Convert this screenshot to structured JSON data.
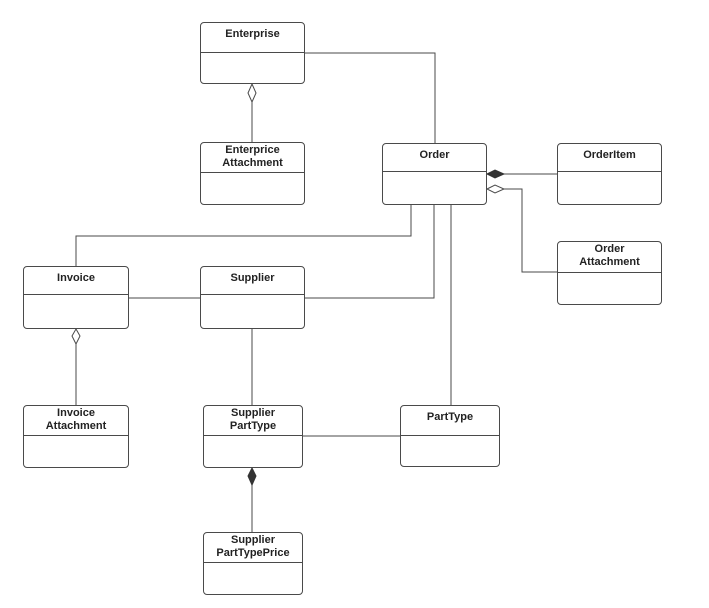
{
  "diagram": {
    "classes": {
      "enterprise": {
        "lines": [
          "Enterprise"
        ]
      },
      "enterprise_attachment": {
        "lines": [
          "Enterprice",
          "Attachment"
        ]
      },
      "order": {
        "lines": [
          "Order"
        ]
      },
      "order_item": {
        "lines": [
          "OrderItem"
        ]
      },
      "order_attachment": {
        "lines": [
          "Order",
          "Attachment"
        ]
      },
      "invoice": {
        "lines": [
          "Invoice"
        ]
      },
      "supplier": {
        "lines": [
          "Supplier"
        ]
      },
      "invoice_attachment": {
        "lines": [
          "Invoice",
          "Attachment"
        ]
      },
      "supplier_part_type": {
        "lines": [
          "Supplier",
          "PartType"
        ]
      },
      "part_type": {
        "lines": [
          "PartType"
        ]
      },
      "supplier_part_type_price": {
        "lines": [
          "Supplier",
          "PartTypePrice"
        ]
      }
    },
    "relations": [
      {
        "from": "Enterprise",
        "to": "Order",
        "kind": "association"
      },
      {
        "from": "Enterprise",
        "to": "Enterprice Attachment",
        "kind": "aggregation"
      },
      {
        "from": "Order",
        "to": "OrderItem",
        "kind": "composition"
      },
      {
        "from": "Order",
        "to": "Order Attachment",
        "kind": "aggregation"
      },
      {
        "from": "Order",
        "to": "Invoice",
        "kind": "association"
      },
      {
        "from": "Order",
        "to": "Supplier",
        "kind": "association"
      },
      {
        "from": "Order",
        "to": "PartType",
        "kind": "association"
      },
      {
        "from": "Invoice",
        "to": "Supplier",
        "kind": "association"
      },
      {
        "from": "Invoice",
        "to": "Invoice Attachment",
        "kind": "aggregation"
      },
      {
        "from": "Supplier",
        "to": "Supplier PartType",
        "kind": "association"
      },
      {
        "from": "Supplier PartType",
        "to": "PartType",
        "kind": "association"
      },
      {
        "from": "Supplier PartType",
        "to": "Supplier PartTypePrice",
        "kind": "composition"
      }
    ],
    "colors": {
      "line": "#4a4a4a",
      "text": "#222222",
      "background": "#ffffff"
    }
  }
}
